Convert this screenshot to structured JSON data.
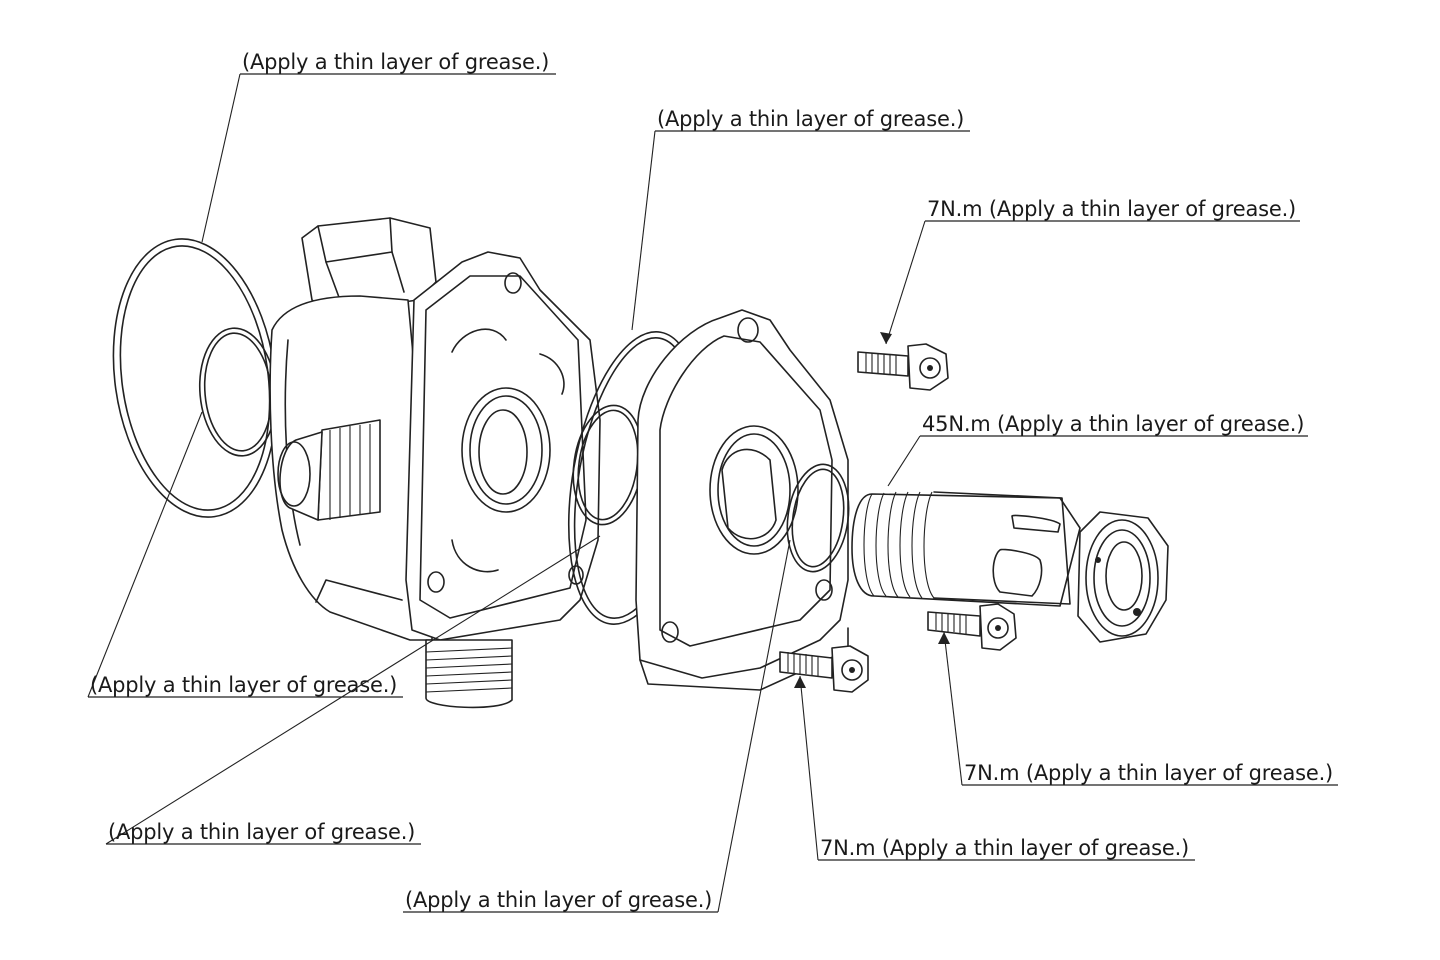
{
  "diagram": {
    "callouts": [
      {
        "id": "c1",
        "text": "(Apply a thin layer of grease.)"
      },
      {
        "id": "c2",
        "text": "(Apply a thin layer of grease.)"
      },
      {
        "id": "c3",
        "text": "7N.m (Apply a thin layer of grease.)"
      },
      {
        "id": "c4",
        "text": "45N.m (Apply a thin layer of grease.)"
      },
      {
        "id": "c5",
        "text": "(Apply a thin layer of grease.)"
      },
      {
        "id": "c6",
        "text": "7N.m (Apply a thin layer of grease.)"
      },
      {
        "id": "c7",
        "text": "(Apply a thin layer of grease.)"
      },
      {
        "id": "c8",
        "text": "7N.m (Apply a thin layer of grease.)"
      },
      {
        "id": "c9",
        "text": "(Apply a thin layer of grease.)"
      }
    ]
  }
}
